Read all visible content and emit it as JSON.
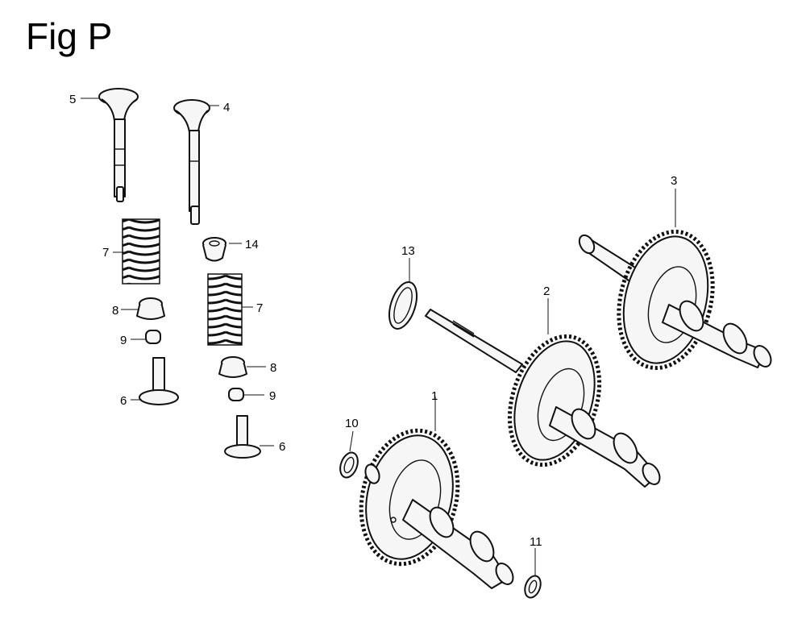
{
  "figure": {
    "title": "Fig P",
    "callouts": {
      "c1": "1",
      "c2": "2",
      "c3": "3",
      "c4": "4",
      "c5": "5",
      "c6a": "6",
      "c6b": "6",
      "c7a": "7",
      "c7b": "7",
      "c8a": "8",
      "c8b": "8",
      "c9a": "9",
      "c9b": "9",
      "c10": "10",
      "c11": "11",
      "c13": "13",
      "c14": "14"
    }
  }
}
